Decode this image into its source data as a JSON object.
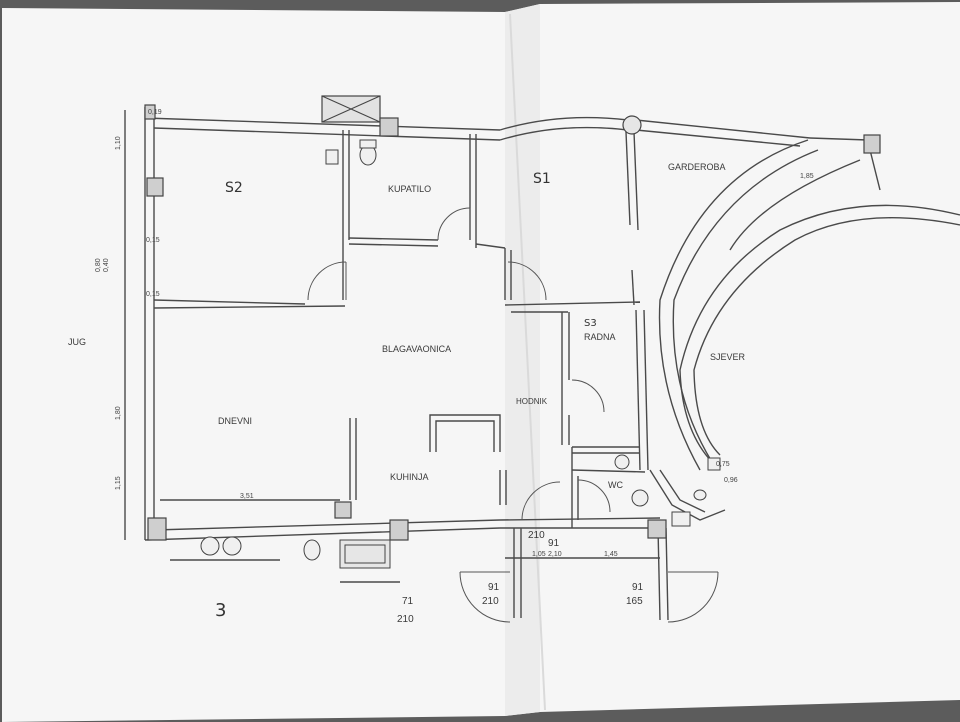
{
  "rooms": {
    "s2": "S2",
    "kupatilo": "KUPATILO",
    "s1": "S1",
    "garderoba": "GARDEROBA",
    "blagavaonica": "BLAGAVAONICA",
    "s3": "S3",
    "radna": "RADNA",
    "sjever": "SJEVER",
    "dnevni": "DNEVNI",
    "hodnik": "HODNIK",
    "kuhinja": "KUHINJA",
    "wc": "WC"
  },
  "orientation": {
    "jug": "JUG"
  },
  "sheet": {
    "number": "3"
  },
  "door_dims": {
    "entry_left_w": "91",
    "entry_left_h": "210",
    "entry_right_w": "91",
    "entry_right_h": "165",
    "bottom_w": "71",
    "bottom_h": "210",
    "wc_w": "91",
    "wc_h": "210"
  },
  "dims": {
    "top_left": "0,19",
    "width_s2": "3,51",
    "h1": "0,15",
    "h2": "0,15",
    "a1": "1,10",
    "a2": "0,40",
    "a3": "0,80",
    "a4": "1,80",
    "a5": "1,15",
    "bottom_a": "1,05",
    "bottom_b": "2,10",
    "bottom_c": "1,45",
    "curve_a": "1,85",
    "curve_b": "0,75",
    "curve_c": "0,96"
  }
}
